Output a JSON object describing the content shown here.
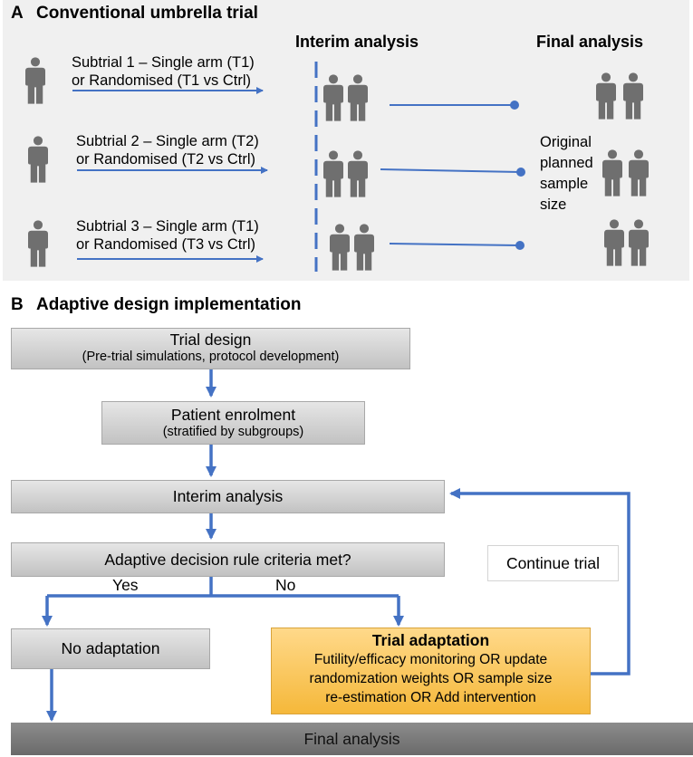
{
  "panel_a": {
    "letter": "A",
    "title": "Conventional umbrella trial",
    "interim_header": "Interim analysis",
    "final_header": "Final analysis",
    "subtrials": [
      {
        "line1": "Subtrial 1 – Single arm (T1)",
        "line2": "or Randomised (T1 vs Ctrl)"
      },
      {
        "line1": "Subtrial 2 – Single arm (T2)",
        "line2": "or Randomised (T2 vs Ctrl)"
      },
      {
        "line1": "Subtrial 3 – Single arm (T1)",
        "line2": "or Randomised (T3 vs Ctrl)"
      }
    ],
    "original_note": [
      "Original",
      "planned",
      "sample",
      "size"
    ]
  },
  "panel_b": {
    "letter": "B",
    "title": "Adaptive design implementation",
    "trial_design": {
      "main": "Trial design",
      "sub": "(Pre-trial simulations, protocol development)"
    },
    "enrolment": {
      "main": "Patient enrolment",
      "sub": "(stratified  by subgroups)"
    },
    "interim": "Interim analysis",
    "decision": "Adaptive decision rule criteria met?",
    "yes": "Yes",
    "no": "No",
    "no_adaptation": "No adaptation",
    "adaptation": {
      "title": "Trial adaptation",
      "lines": [
        "Futility/efficacy monitoring OR update",
        "randomization weights OR sample size",
        "re-estimation OR Add intervention"
      ]
    },
    "continue": "Continue trial",
    "final": "Final analysis"
  },
  "colors": {
    "arrow": "#4472c4",
    "person": "#6f6f6f",
    "adaptation_fill": "#fcc85c",
    "panel_bg": "#f0f0f0"
  }
}
